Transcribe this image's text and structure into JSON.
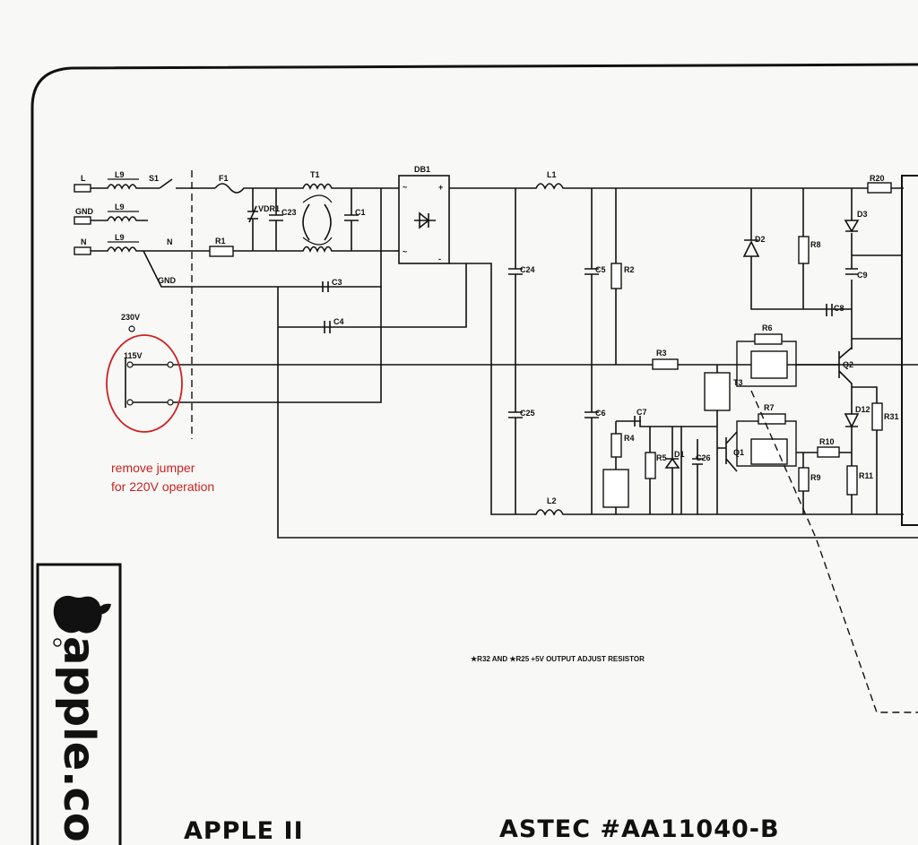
{
  "labels": {
    "L": "L",
    "GND": "GND",
    "N": "N",
    "L9": "L9",
    "S1": "S1",
    "F1": "F1",
    "T1": "T1",
    "VDR1": "VDR1",
    "C23": "C23",
    "C1": "C1",
    "DB1": "DB1",
    "R1": "R1",
    "N2": "N",
    "GND2": "GND",
    "C3": "C3",
    "C4": "C4",
    "V230": "230V",
    "V115": "115V",
    "L1": "L1",
    "L2": "L2",
    "C24": "C24",
    "C25": "C25",
    "C5": "C5",
    "C6": "C6",
    "C7": "C7",
    "R2": "R2",
    "R3": "R3",
    "R4": "R4",
    "R5": "R5",
    "D1": "D1",
    "C26": "C26",
    "Q1": "Q1",
    "T3": "T3",
    "R6": "R6",
    "R7": "R7",
    "R8": "R8",
    "R9": "R9",
    "R10": "R10",
    "R11": "R11",
    "R20": "R20",
    "R31": "R31",
    "D2": "D2",
    "D3": "D3",
    "D12": "D12",
    "C8": "C8",
    "C9": "C9",
    "Q2": "Q2"
  },
  "note": {
    "line1": "remove jumper",
    "line2": "for 220V operation"
  },
  "adjust_note": "★R32 AND ★R25 +5V OUTPUT ADJUST RESISTOR",
  "footer": {
    "left": "APPLE II",
    "right": "ASTEC #AA11040-B"
  },
  "brand": {
    "text": "apple.com",
    "logo": "apple-logo-icon"
  },
  "colors": {
    "ink": "#111111",
    "annotation_red": "#cc2222",
    "paper": "#f8f8f6"
  }
}
